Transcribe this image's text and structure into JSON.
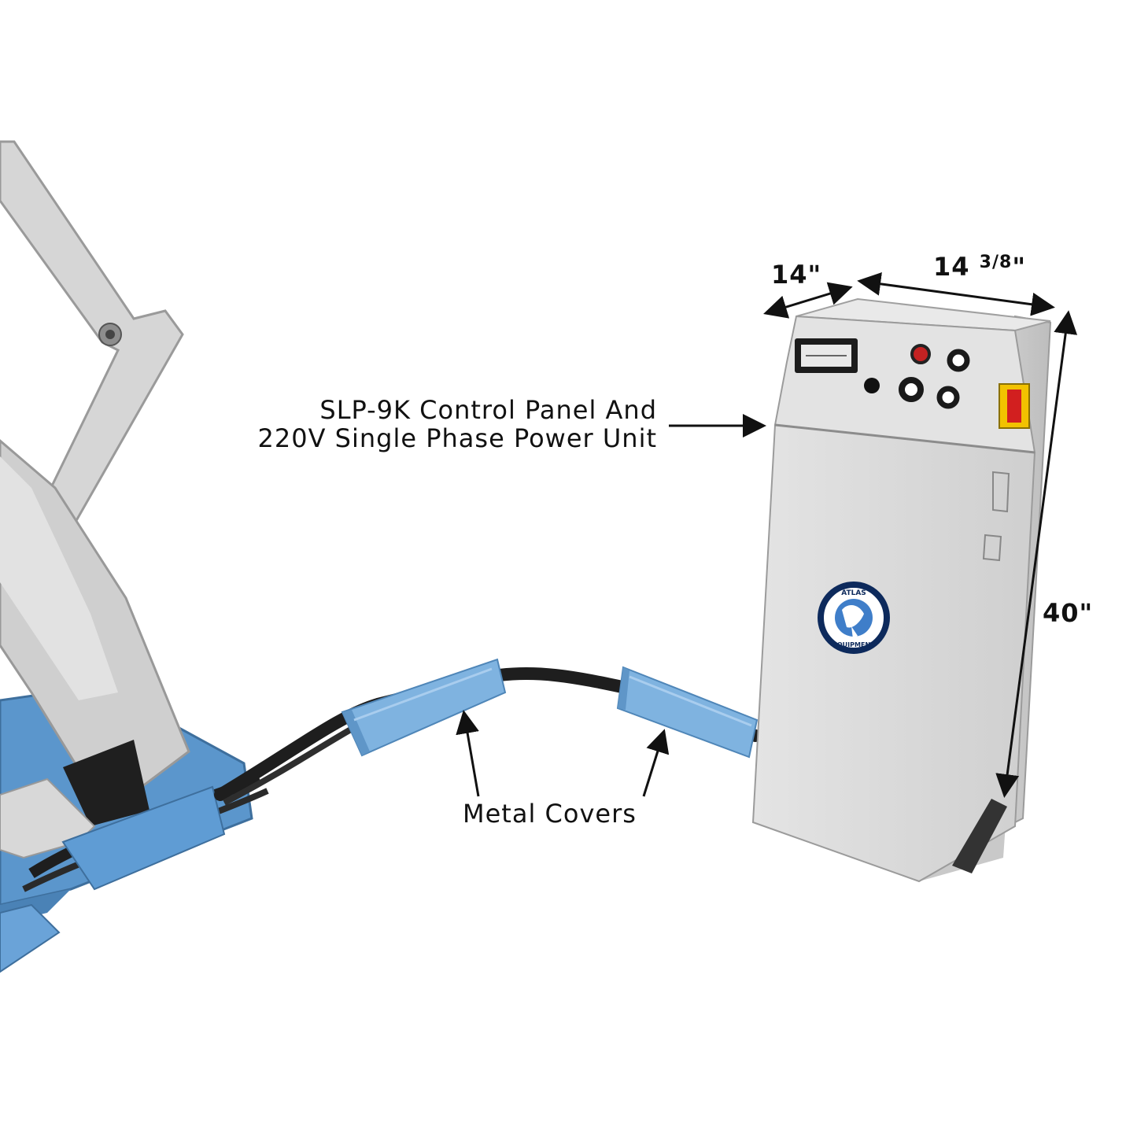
{
  "annotations": {
    "control_panel_line1": "SLP-9K Control Panel And",
    "control_panel_line2": "220V Single Phase Power Unit",
    "metal_covers": "Metal Covers"
  },
  "dimensions": {
    "depth": "14\"",
    "width_whole": "14",
    "width_fraction": "3/8",
    "width_inch_mark": "\"",
    "height": "40\""
  },
  "logo": {
    "top_text": "ATLAS",
    "bottom_text": "EQUIPMENT"
  },
  "colors": {
    "cabinet": "#dcdcdc",
    "lift_arm": "#d6d6d6",
    "lift_base_blue": "#5b96cc",
    "metal_cover_blue": "#7fb3e0",
    "hose": "#1e1e1e",
    "switch_yellow": "#f2c200",
    "switch_red": "#d21f1f",
    "text": "#111111"
  }
}
